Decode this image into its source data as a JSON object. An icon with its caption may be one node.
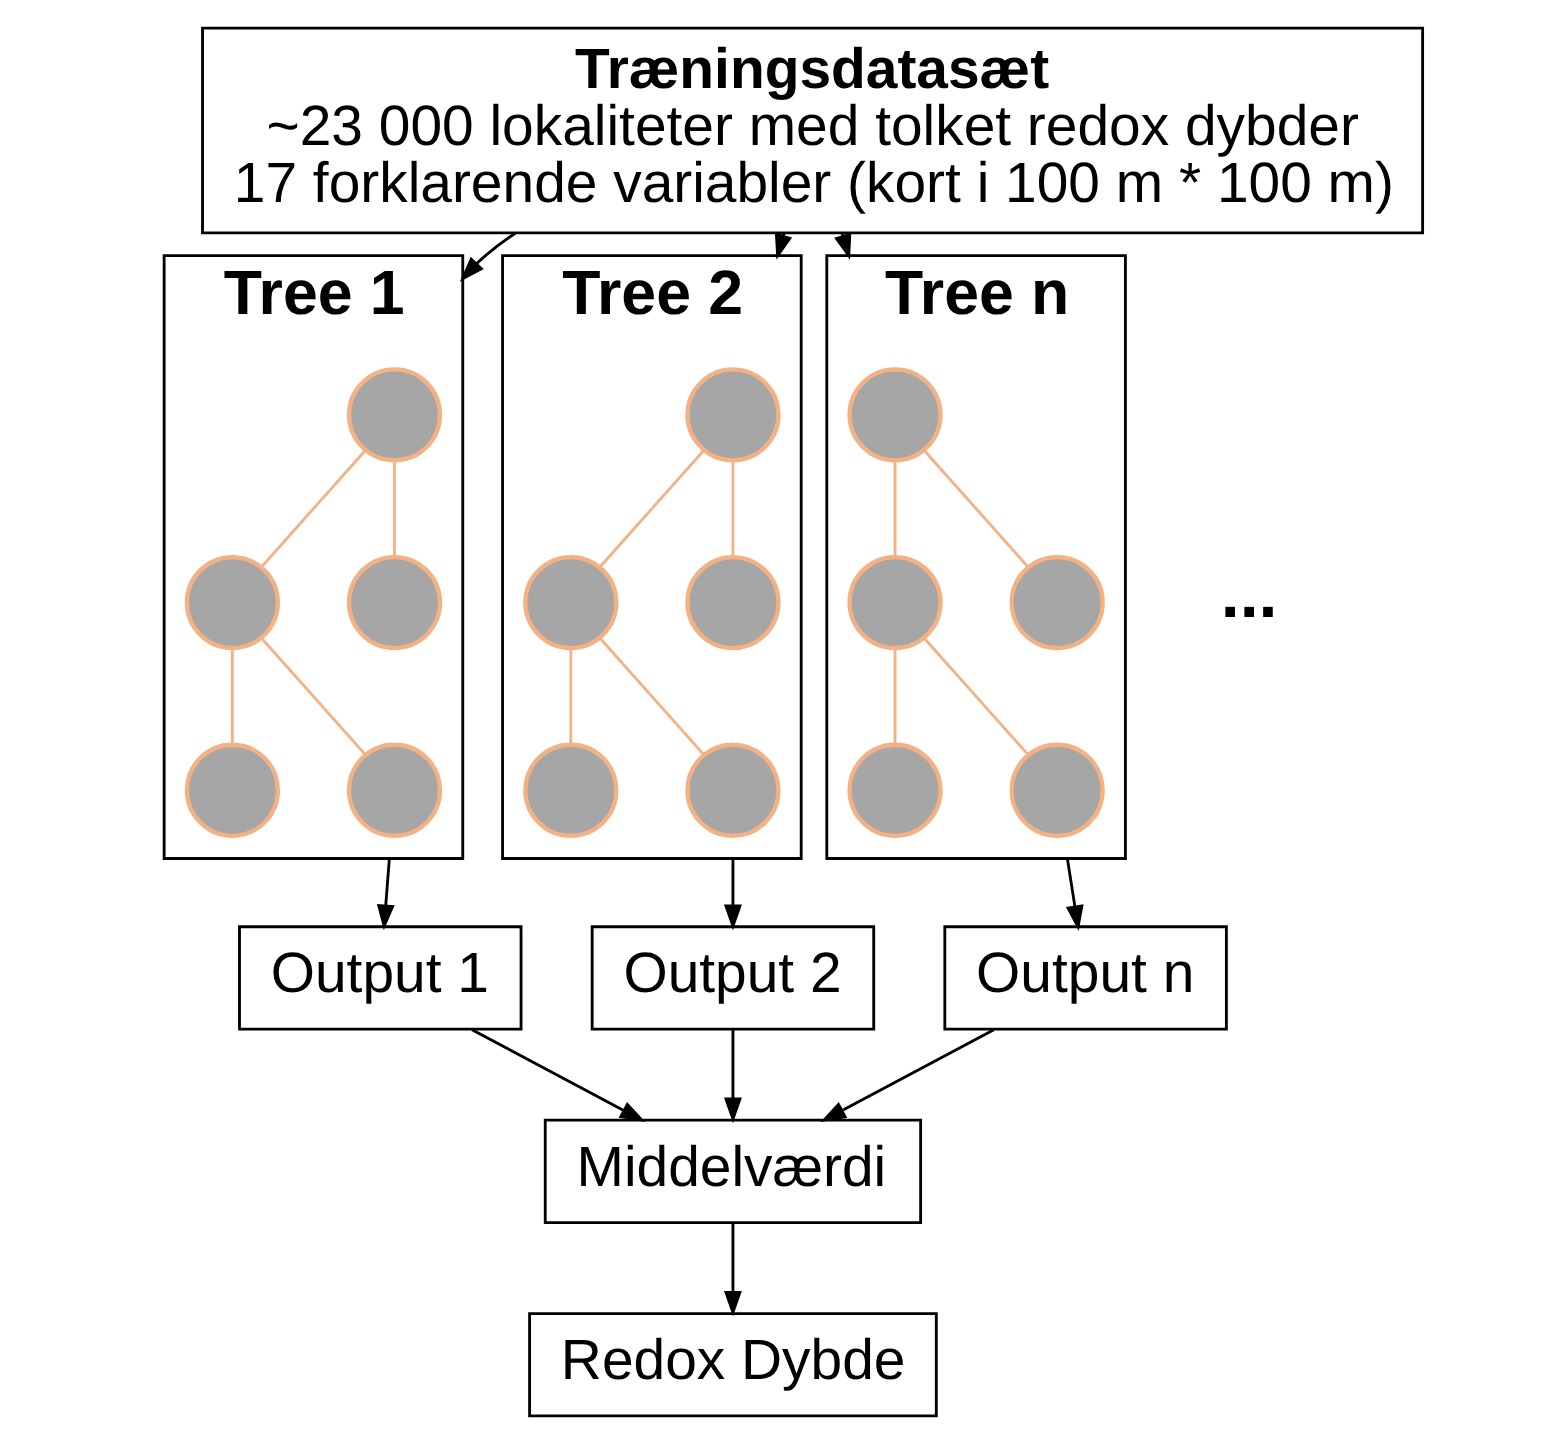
{
  "diagram": {
    "nodes": [
      {
        "text": [
          "Træningsdatasæt",
          "~23 000 lokaliteter med tolket redox dybder",
          "17 forklarende variabler (kort i 100 m * 100 m)"
        ]
      },
      {
        "text": [
          "Tree 1"
        ]
      },
      {
        "text": [],
        "shape": "circle",
        "in": 1
      },
      {
        "text": [],
        "shape": "circle",
        "in": 1
      },
      {
        "text": [],
        "shape": "circle",
        "in": 1
      },
      {
        "text": [],
        "shape": "circle",
        "in": 1
      },
      {
        "text": [],
        "shape": "circle",
        "in": 1
      },
      {
        "text": [
          "Tree 2"
        ]
      },
      {
        "text": [],
        "shape": "circle",
        "in": 7
      },
      {
        "text": [],
        "shape": "circle",
        "in": 7
      },
      {
        "text": [],
        "shape": "circle",
        "in": 7
      },
      {
        "text": [],
        "shape": "circle",
        "in": 7
      },
      {
        "text": [],
        "shape": "circle",
        "in": 7
      },
      {
        "text": [
          "Tree n"
        ]
      },
      {
        "text": [],
        "shape": "circle",
        "in": 13
      },
      {
        "text": [],
        "shape": "circle",
        "in": 13
      },
      {
        "text": [],
        "shape": "circle",
        "in": 13
      },
      {
        "text": [],
        "shape": "circle",
        "in": 13
      },
      {
        "text": [],
        "shape": "circle",
        "in": 13
      },
      {
        "text": [
          "Output 1"
        ]
      },
      {
        "text": [
          "Output 2"
        ]
      },
      {
        "text": [
          "Output n"
        ]
      },
      {
        "text": [
          "Middelværdi"
        ]
      },
      {
        "text": [
          "Redox Dybde"
        ]
      }
    ],
    "edges": [
      {
        "from": 0,
        "to": 1,
        "arrow": "to",
        "color": "#000000"
      },
      {
        "from": 0,
        "to": 7,
        "arrow": "to",
        "color": "#000000"
      },
      {
        "from": 0,
        "to": 13,
        "arrow": "to",
        "color": "#000000"
      },
      {
        "from": 2,
        "to": 3,
        "arrow": "none",
        "color": "#f4b183"
      },
      {
        "from": 2,
        "to": 4,
        "arrow": "none",
        "color": "#f4b183"
      },
      {
        "from": 3,
        "to": 5,
        "arrow": "none",
        "color": "#f4b183"
      },
      {
        "from": 3,
        "to": 6,
        "arrow": "none",
        "color": "#f4b183"
      },
      {
        "from": 8,
        "to": 9,
        "arrow": "none",
        "color": "#f4b183"
      },
      {
        "from": 8,
        "to": 10,
        "arrow": "none",
        "color": "#f4b183"
      },
      {
        "from": 9,
        "to": 11,
        "arrow": "none",
        "color": "#f4b183"
      },
      {
        "from": 9,
        "to": 12,
        "arrow": "none",
        "color": "#f4b183"
      },
      {
        "from": 14,
        "to": 15,
        "arrow": "none",
        "color": "#f4b183"
      },
      {
        "from": 14,
        "to": 16,
        "arrow": "none",
        "color": "#f4b183"
      },
      {
        "from": 15,
        "to": 17,
        "arrow": "none",
        "color": "#f4b183"
      },
      {
        "from": 15,
        "to": 18,
        "arrow": "none",
        "color": "#f4b183"
      },
      {
        "from": 1,
        "to": 19,
        "arrow": "to",
        "color": "#000000"
      },
      {
        "from": 7,
        "to": 20,
        "arrow": "to",
        "color": "#000000"
      },
      {
        "from": 13,
        "to": 21,
        "arrow": "to",
        "color": "#000000"
      },
      {
        "from": 19,
        "to": 22,
        "arrow": "to",
        "color": "#000000"
      },
      {
        "from": 20,
        "to": 22,
        "arrow": "to",
        "color": "#000000"
      },
      {
        "from": 21,
        "to": 22,
        "arrow": "to",
        "color": "#000000"
      },
      {
        "from": 22,
        "to": 23,
        "arrow": "to",
        "color": "#000000"
      }
    ],
    "labels": [
      "..."
    ]
  }
}
